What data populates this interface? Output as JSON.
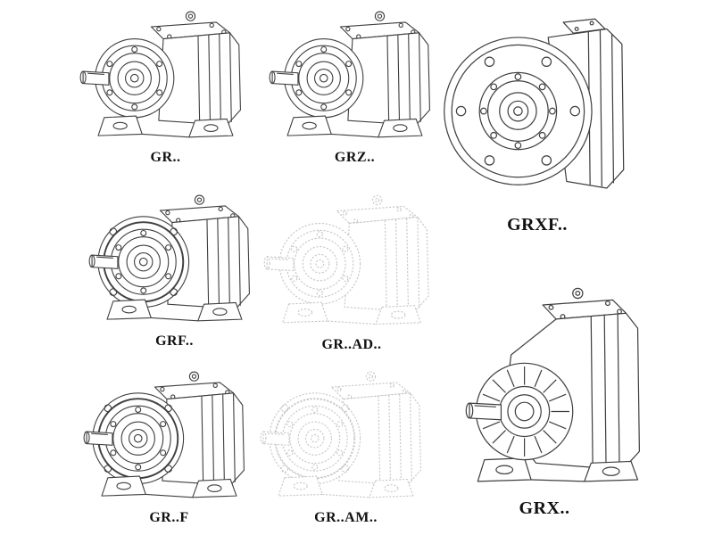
{
  "page": {
    "background": "#ffffff"
  },
  "colors": {
    "line_dark": "#3f3f3f",
    "line_light": "#c6c6c6",
    "label_text": "#111111",
    "background": "#ffffff"
  },
  "drawings": [
    {
      "label": "GR.."
    },
    {
      "label": "GRZ.."
    },
    {
      "label": "GRXF.."
    },
    {
      "label": "GRF.."
    },
    {
      "label": "GR..AD.."
    },
    {
      "label": "GR..F"
    },
    {
      "label": "GR..AM.."
    },
    {
      "label": "GRX.."
    }
  ]
}
